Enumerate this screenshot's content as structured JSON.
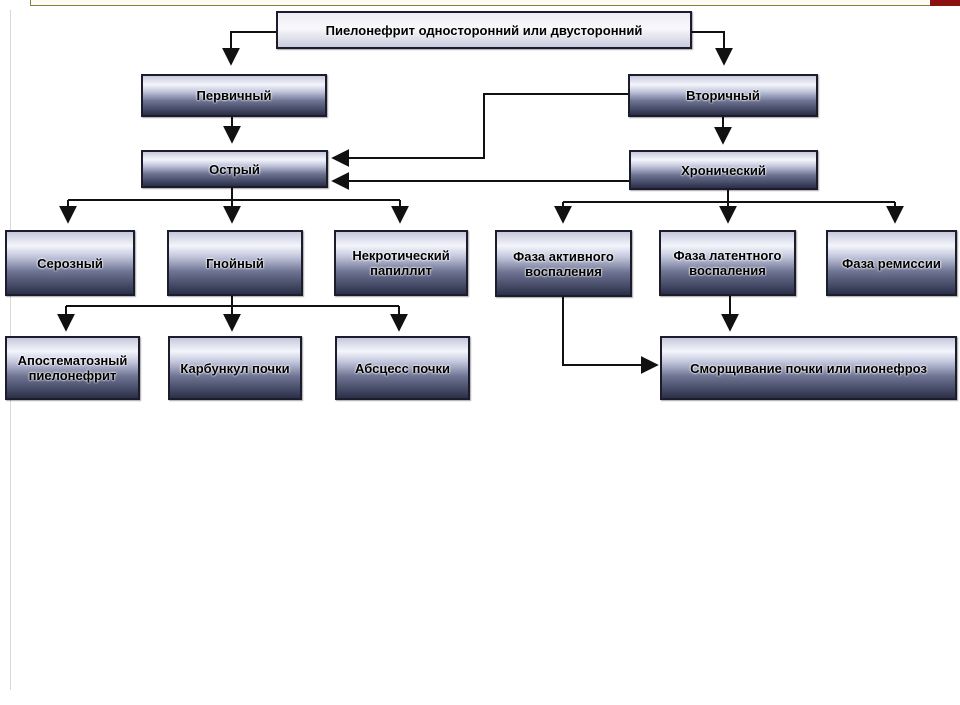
{
  "diagram": {
    "root": "Пиелонефрит односторонний или двусторонний",
    "primary": "Первичный",
    "secondary": "Вторичный",
    "acute": "Острый",
    "chronic": "Хронический",
    "serous": "Серозный",
    "purulent": "Гнойный",
    "necrotic": "Некротический папиллит",
    "active_phase": "Фаза активного воспаления",
    "latent_phase": "Фаза латентного воспаления",
    "remission_phase": "Фаза ремиссии",
    "apostematous": "Апостематозный пиелонефрит",
    "carbuncle": "Карбункул почки",
    "abscess": "Абсцесс почки",
    "shrinkage": "Сморщивание почки или пионефроз"
  },
  "colors": {
    "line": "#111111",
    "box_border": "#1c1c2c",
    "box_dark": "#2b2f48",
    "box_light": "#f4f5fb",
    "frame_accent": "#8b1010"
  }
}
